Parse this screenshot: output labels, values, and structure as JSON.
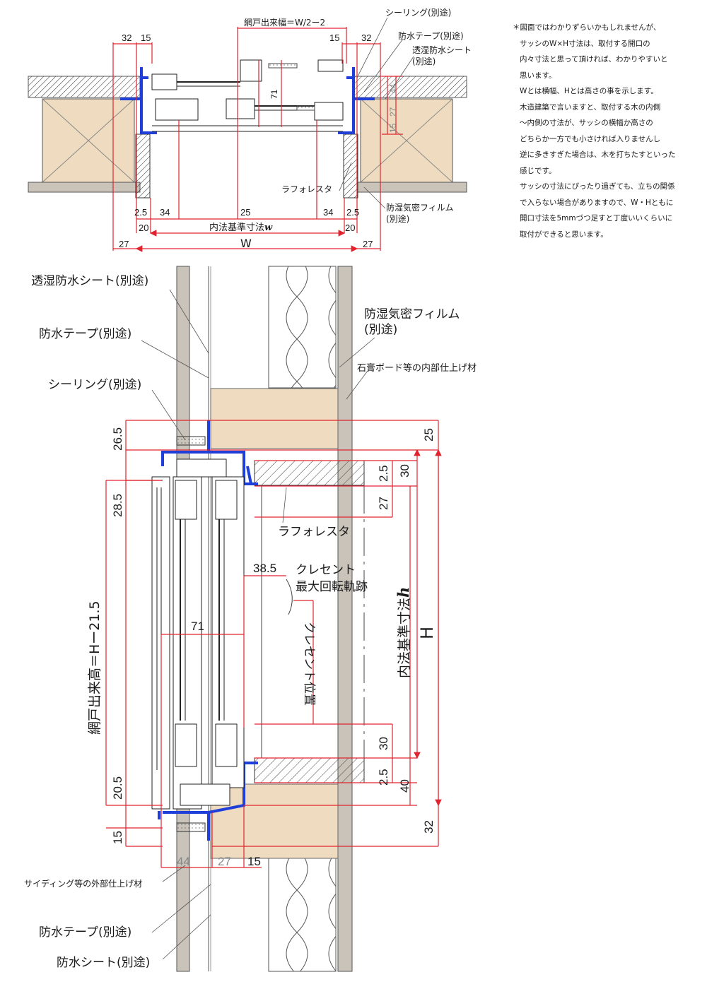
{
  "plan": {
    "labels": {
      "screen_width": "網戸出来幅＝W/2ー2",
      "sealing": "シーリング(別途)",
      "waterproof_tape": "防水テープ(別途)",
      "moisture_sheet": "透湿防水シート",
      "moisture_sheet_2": "(別途)",
      "lath": "ラフォレスタ",
      "vapor_film": "防湿気密フィルム",
      "vapor_film_2": "(別途)",
      "inner_w": "内法基準寸法",
      "inner_w_var": "w",
      "W": "W"
    },
    "dims": {
      "d32l": "32",
      "d15l": "15",
      "d15r": "15",
      "d32r": "32",
      "d71": "71",
      "d44": "44",
      "d27": "27",
      "d15v": "15",
      "d25l": "2.5",
      "d34l": "34",
      "d25": "25",
      "d34r": "34",
      "d25r": "2.5",
      "d20l": "20",
      "d20r": "20",
      "d27l": "27",
      "d27r": "27"
    }
  },
  "note": {
    "lines": [
      "＊図面ではわかりずらいかもしれませんが、",
      "サッシのW×H寸法は、取付する開口の",
      "内々寸法と思って頂ければ、わかりやすいと",
      "思います。",
      "Wとは横幅、Hとは高さの事を示します。",
      "木造建築で言いますと、取付する木の内側",
      "～内側の寸法が、サッシの横幅か高さの",
      "どちらか一方でも小さければ入りませんし",
      "逆に多きすぎた場合は、木を打ちたすといった",
      "感じです。",
      "サッシの寸法にぴったり過ぎても、立ちの関係",
      "で入らない場合がありますので、W・Hともに",
      "開口寸法を5mmづつ足すと丁度いいくらいに",
      "取付ができると思います。"
    ]
  },
  "section": {
    "labels": {
      "moisture_sheet": "透湿防水シート(別途)",
      "waterproof_tape": "防水テープ(別途)",
      "sealing": "シーリング(別途)",
      "vapor_film": "防湿気密フィルム",
      "vapor_film_2": "(別途)",
      "gypsum": "石膏ボード等の内部仕上げ材",
      "lath": "ラフォレスタ",
      "crescent_1": "クレセント",
      "crescent_2": "最大回転軌跡",
      "crescent_pos": "クレセント位置",
      "screen_height": "網戸出来高＝Hー21.5",
      "inner_h": "内法基準寸法",
      "inner_h_var": "h",
      "H": "H",
      "siding": "サイディング等の外部仕上げ材",
      "waterproof_tape_b": "防水テープ(別途)",
      "waterproof_sheet_b": "防水シート(別途)"
    },
    "dims": {
      "d265": "26.5",
      "d285": "28.5",
      "d205": "20.5",
      "d15": "15",
      "d385": "38.5",
      "d71": "71",
      "d25top": "25",
      "d25a": "2.5",
      "d30a": "30",
      "d27": "27",
      "d30b": "30",
      "d25b": "2.5",
      "d40": "40",
      "d32": "32",
      "b44": "44",
      "b27": "27",
      "b15": "15"
    }
  },
  "colors": {
    "dimension": "#e0242e",
    "frame": "#1f3fd8",
    "wood": "#efdcc0",
    "board": "#c9c3b9"
  }
}
